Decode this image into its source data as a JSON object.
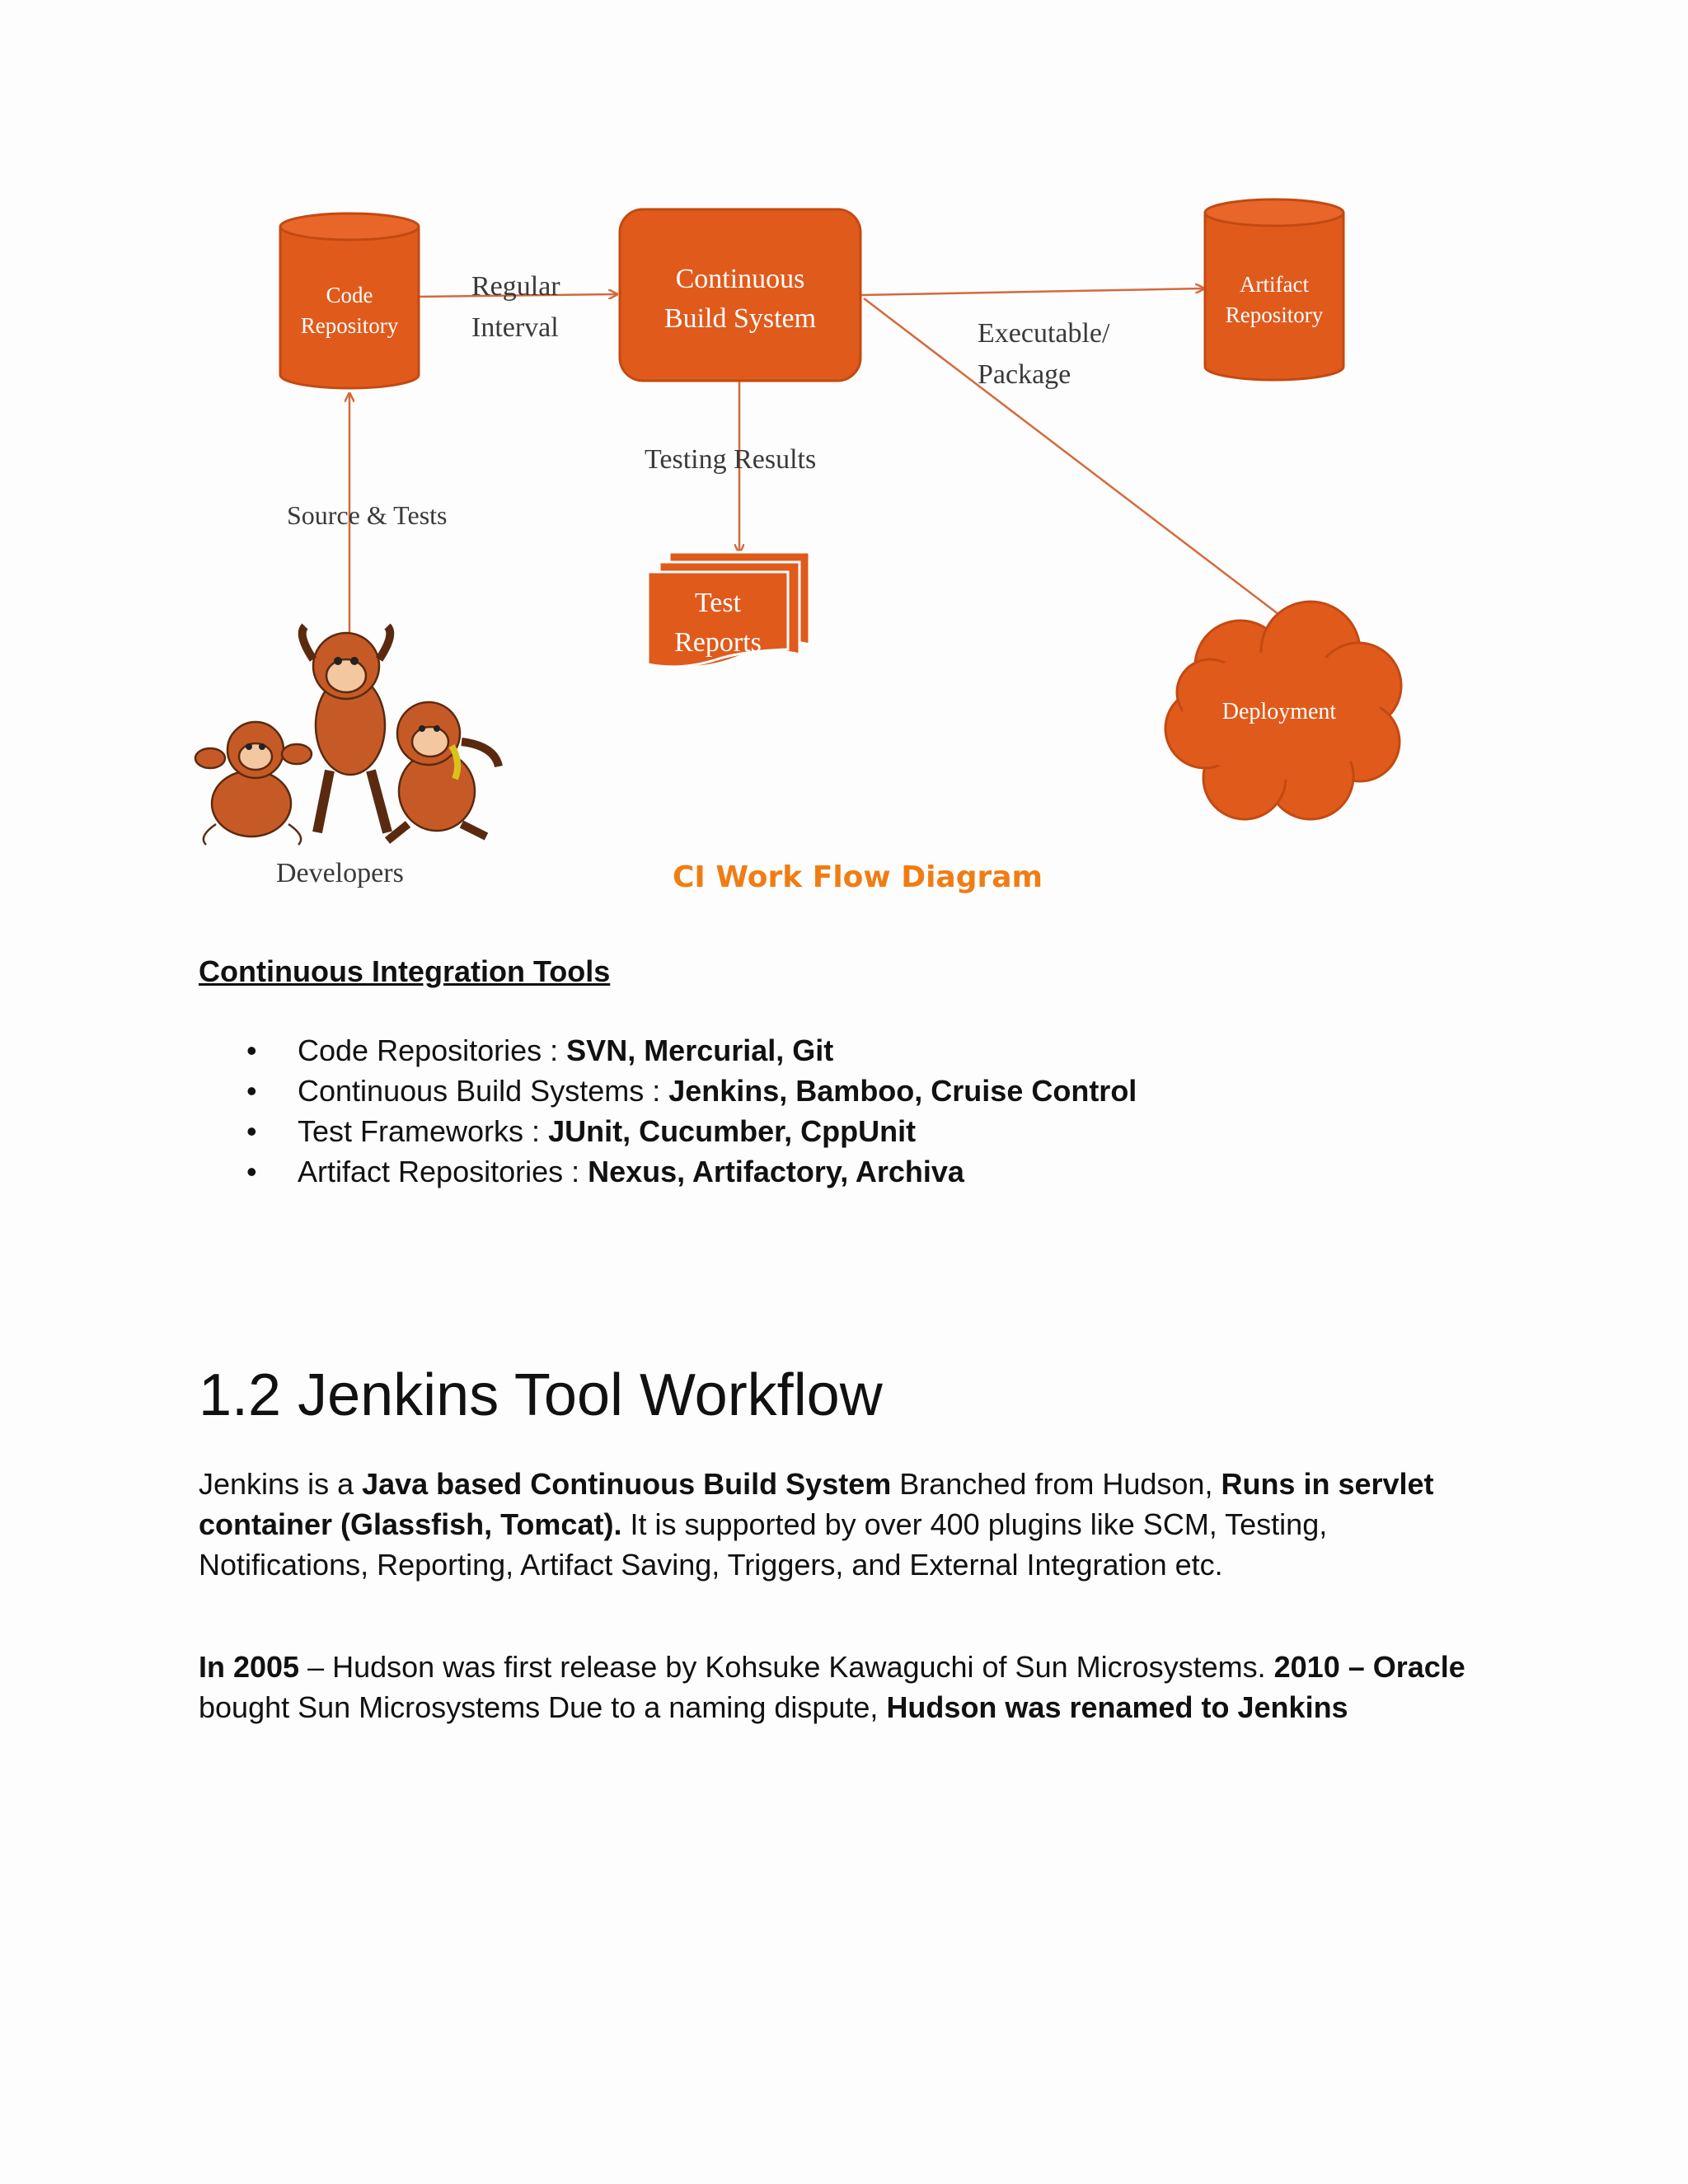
{
  "diagram": {
    "code_repository": [
      "Code",
      "Repository"
    ],
    "regular_interval": [
      "Regular",
      "Interval"
    ],
    "continuous_build_system": [
      "Continuous",
      "Build System"
    ],
    "executable_package": [
      "Executable/",
      "Package"
    ],
    "artifact_repository": [
      "Artifact",
      "Repository"
    ],
    "testing_results": "Testing Results",
    "source_tests": "Source & Tests",
    "test_reports": [
      "Test",
      "Reports"
    ],
    "deployment": "Deployment",
    "developers": "Developers",
    "caption": "CI Work Flow Diagram",
    "colors": {
      "shape_fill": "#e05a1c",
      "shape_stroke": "#c24a12",
      "arrow": "#d46a3c",
      "caption": "#f07d14"
    }
  },
  "tools": {
    "heading": "Continuous Integration Tools",
    "items": [
      {
        "label": "Code Repositories : ",
        "values": "SVN, Mercurial, Git"
      },
      {
        "label": "Continuous Build Systems : ",
        "values": "Jenkins, Bamboo, Cruise Control"
      },
      {
        "label": "Test Frameworks : ",
        "values": "JUnit, Cucumber, CppUnit"
      },
      {
        "label": "Artifact Repositories : ",
        "values": "Nexus, Artifactory, Archiva"
      }
    ]
  },
  "section": {
    "title": "1.2 Jenkins Tool Workflow",
    "para1": {
      "t1": "Jenkins is a ",
      "b1": "Java based Continuous Build System",
      "t2": " Branched from Hudson, ",
      "b2": "Runs in servlet container (Glassfish, Tomcat).",
      "t3": " It is supported by over 400 plugins like SCM, Testing, Notifications, Reporting, Artifact Saving, Triggers, and External Integration etc."
    },
    "para2": {
      "b1": "In 2005",
      "t1": " – Hudson was first release by Kohsuke Kawaguchi of Sun Microsystems. ",
      "b2": "2010 – Oracle",
      "t2": " bought Sun Microsystems Due to a naming dispute, ",
      "b3": "Hudson was renamed to Jenkins"
    }
  }
}
